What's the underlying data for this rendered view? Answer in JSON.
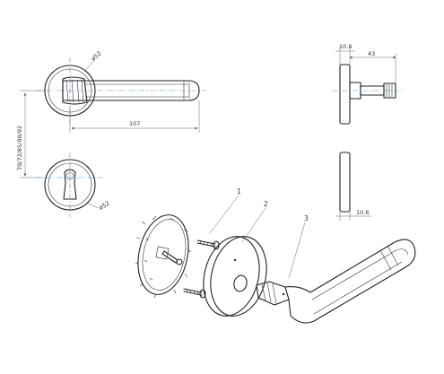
{
  "colors": {
    "line": "#222222",
    "dimension": "#666666",
    "centerline": "#4a90c8"
  },
  "dimensions": {
    "rose_diameter_top": "ø52",
    "lever_length": "107",
    "projection": "43",
    "rose_thickness_top": "10.6",
    "rose_thickness_bottom": "10.6",
    "distances_vertical": "70/72/85/90/92",
    "rose_diameter_bottom": "ø52"
  },
  "callouts": [
    {
      "label": "1"
    },
    {
      "label": "2"
    },
    {
      "label": "3"
    }
  ]
}
